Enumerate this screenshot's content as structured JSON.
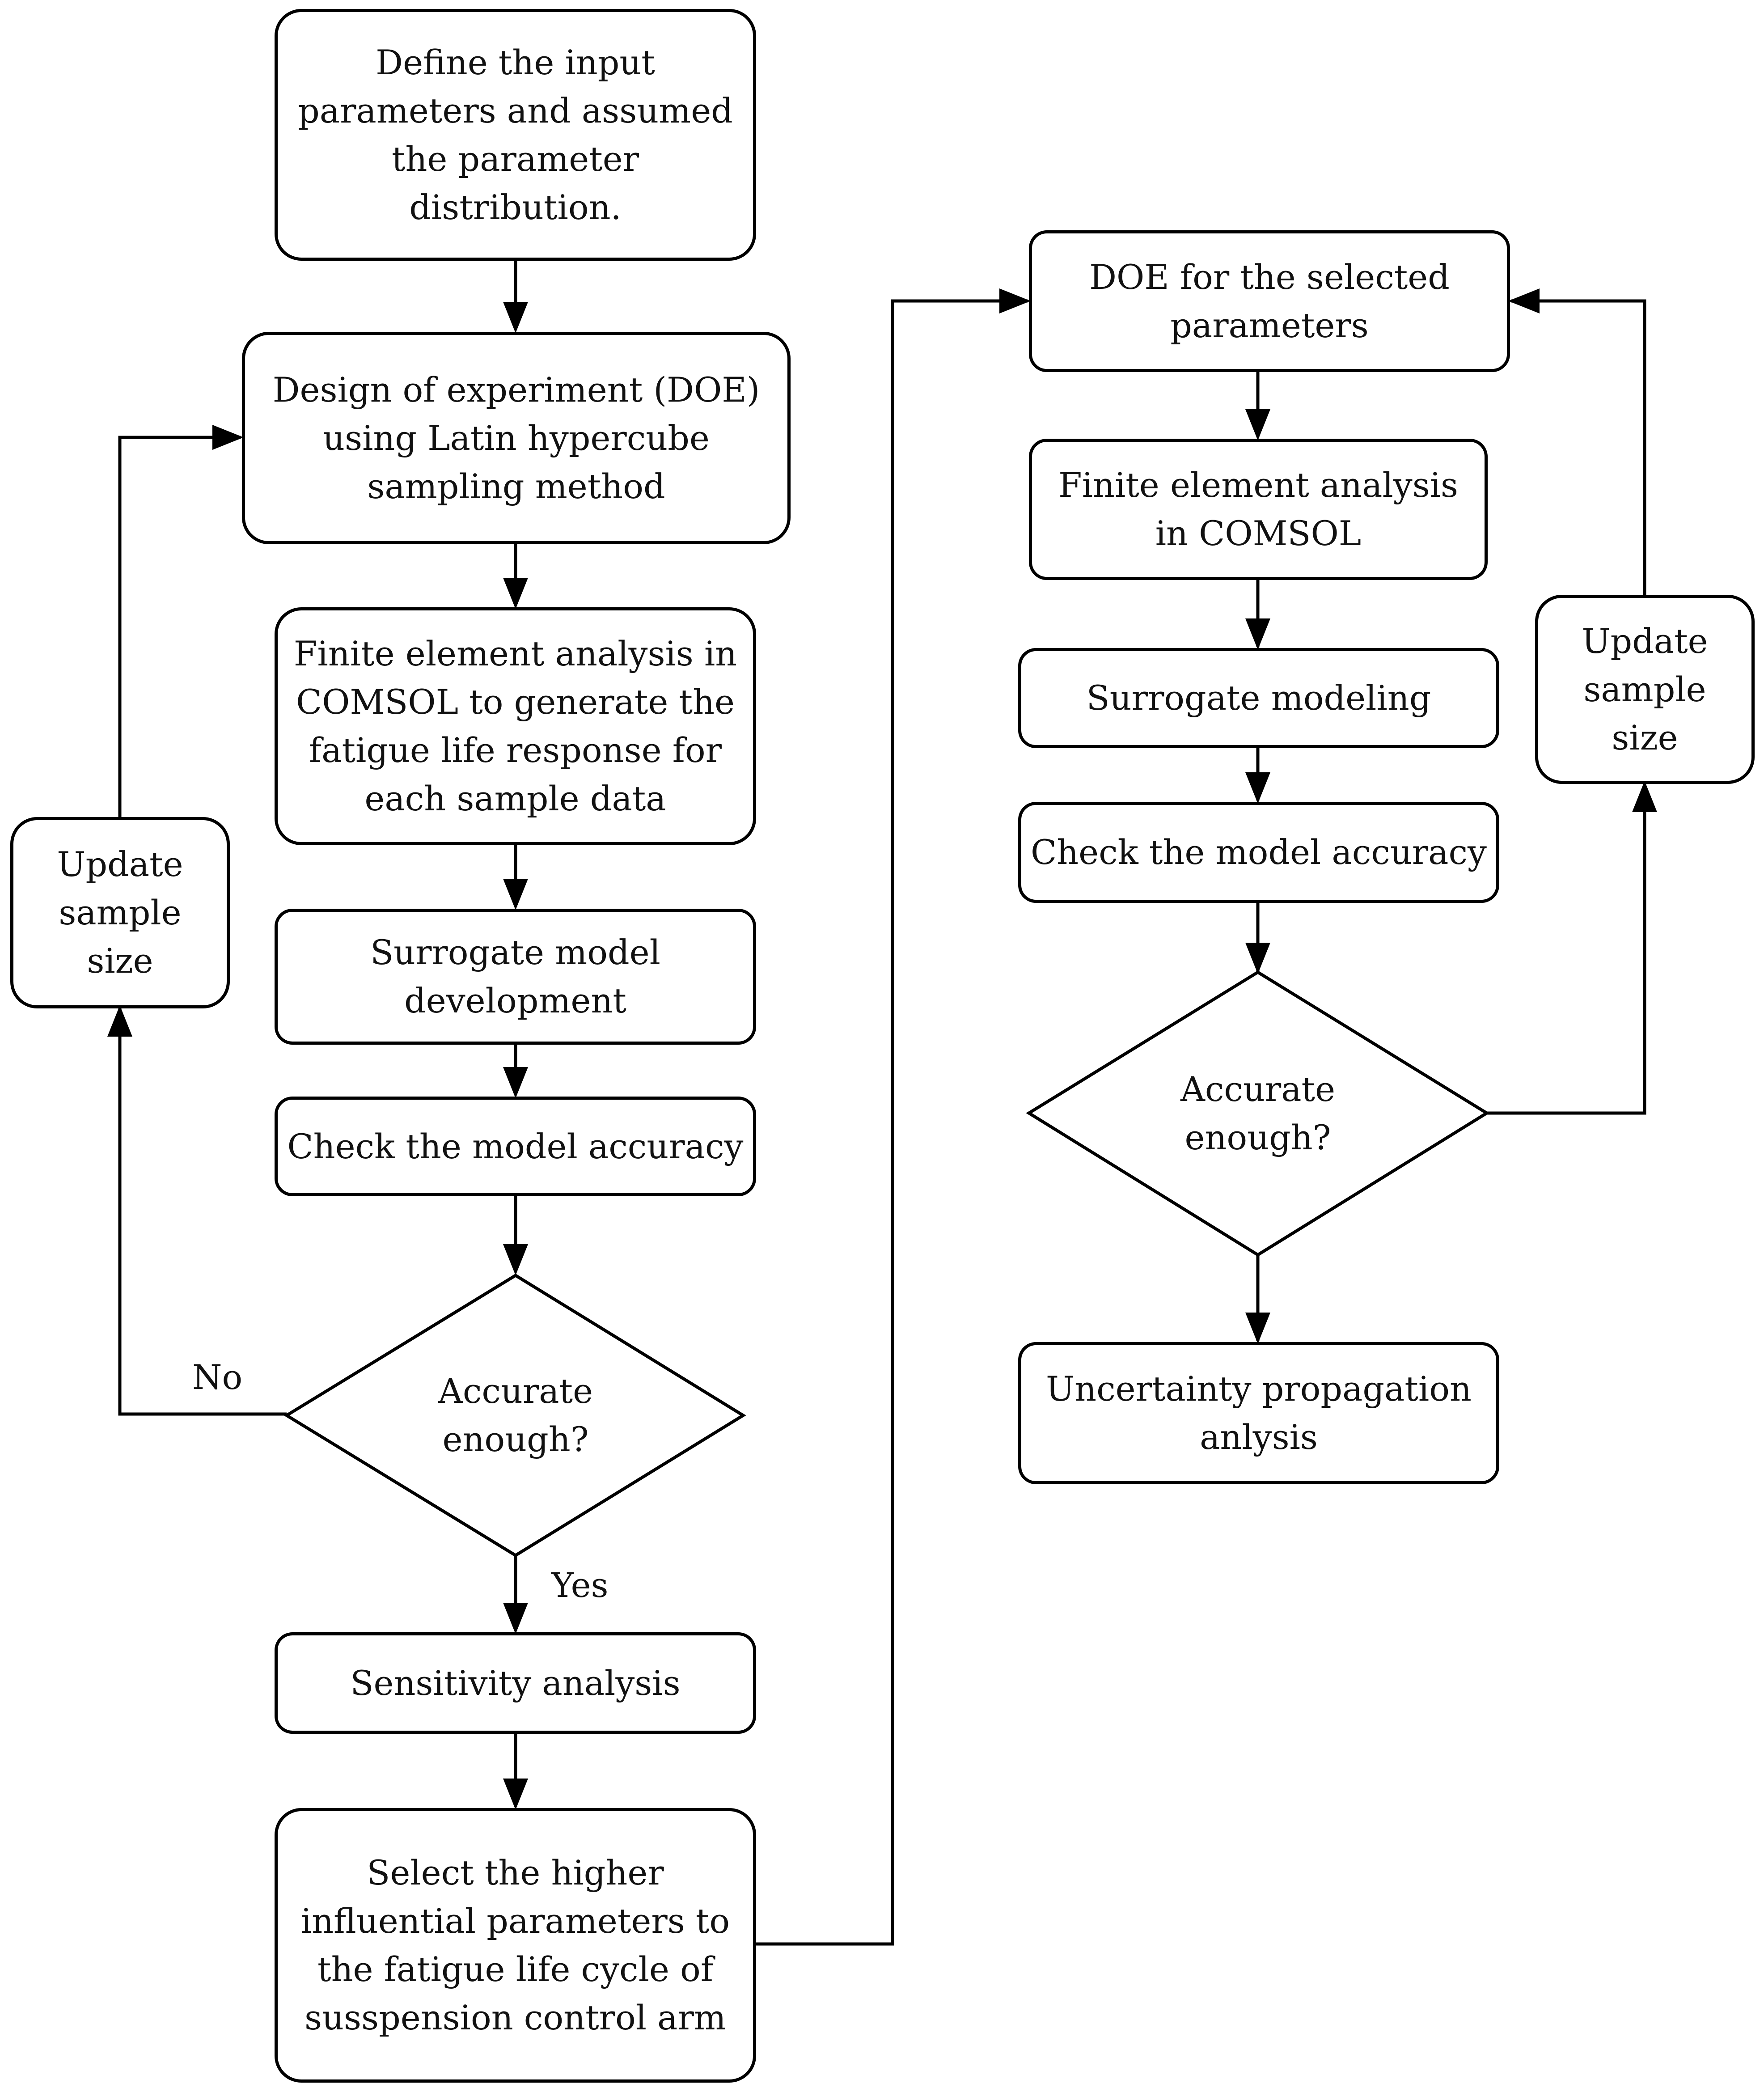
{
  "left_column": {
    "define_inputs": "Define the input\nparameters and  assumed\nthe parameter\ndistribution.",
    "doe_lhs": "Design of experiment (DOE)\nusing Latin hypercube\nsampling method",
    "fea_comsol": "Finite element analysis in\nCOMSOL to generate the\nfatigue life response for\neach sample data",
    "surrogate_dev": "Surrogate model\ndevelopment",
    "check_accuracy": "Check the model accuracy",
    "decision": "Accurate\nenough?",
    "update_sample": "Update\nsample\nsize",
    "no_label": "No",
    "yes_label": "Yes",
    "sensitivity": "Sensitivity analysis",
    "select_params": "Select the higher\ninfluential parameters to\nthe fatigue life cycle of\nsusspension control arm"
  },
  "right_column": {
    "doe_selected": "DOE for the selected\nparameters",
    "fea_comsol": "Finite element analysis\nin COMSOL",
    "surrogate_modeling": "Surrogate modeling",
    "check_accuracy": "Check the model accuracy",
    "decision": "Accurate\nenough?",
    "update_sample": "Update\nsample\nsize",
    "uncertainty": "Uncertainty propagation\nanlysis"
  }
}
